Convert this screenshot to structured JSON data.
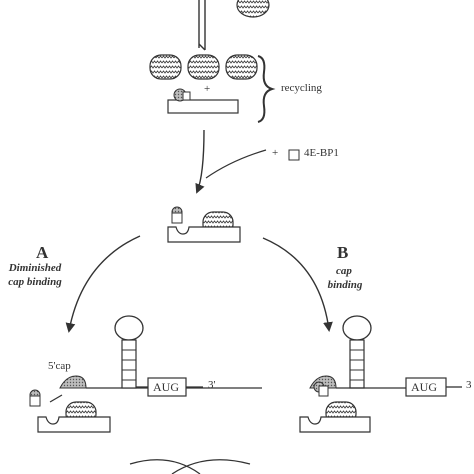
{
  "labels": {
    "plus_small": "+",
    "recycling": "recycling",
    "plus_4ebp1": "+",
    "factor_4ebp1": "4E-BP1",
    "path_a": "A",
    "path_a_desc_line1": "Diminished",
    "path_a_desc_line2": "cap binding",
    "path_b": "B",
    "path_b_desc_line1": "cap",
    "path_b_desc_line2": "binding",
    "cap5": "5'cap",
    "aug_left": "AUG",
    "three_prime_left": "3'",
    "aug_right": "AUG",
    "three_prime_right": "3"
  },
  "colors": {
    "stroke": "#333333",
    "fill_gray": "#cfcfcf",
    "fill_dark": "#8a8a8a"
  }
}
